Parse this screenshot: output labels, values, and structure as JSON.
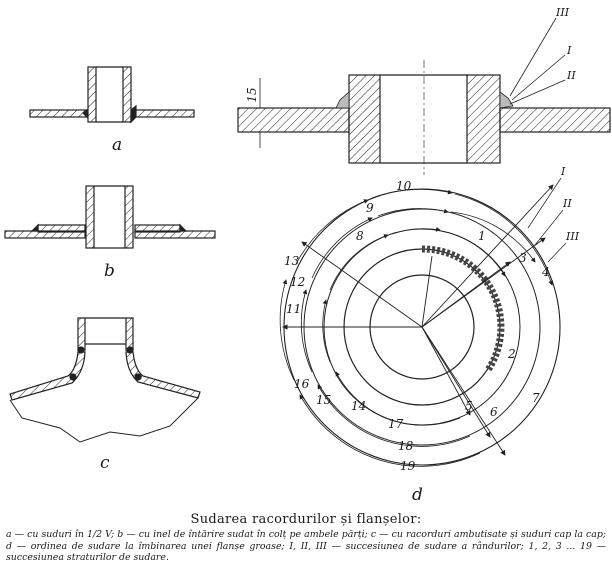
{
  "figure": {
    "panel_labels": {
      "a": "a",
      "b": "b",
      "c": "c",
      "d": "d"
    },
    "dimension_label": "15",
    "section_pass_labels": [
      "I",
      "II",
      "III"
    ],
    "ring_labels": [
      "I",
      "II",
      "III"
    ],
    "weld_sequence_numbers": [
      "1",
      "2",
      "3",
      "4",
      "5",
      "6",
      "7",
      "8",
      "9",
      "10",
      "11",
      "12",
      "13",
      "14",
      "15",
      "16",
      "17",
      "18",
      "19"
    ]
  },
  "caption": {
    "title": "Sudarea racordurilor și flanșelor:",
    "body": "a — cu suduri în 1/2 V; b — cu inel de întărire sudat în colț pe ambele părți; c — cu racorduri ambutisate și suduri cap la cap; d — ordinea de sudare la îmbinarea unei flanșe groase; I, II, III — succesiunea de sudare a rândurilor; 1, 2, 3 ... 19 — succesiunea straturilor de sudare."
  }
}
